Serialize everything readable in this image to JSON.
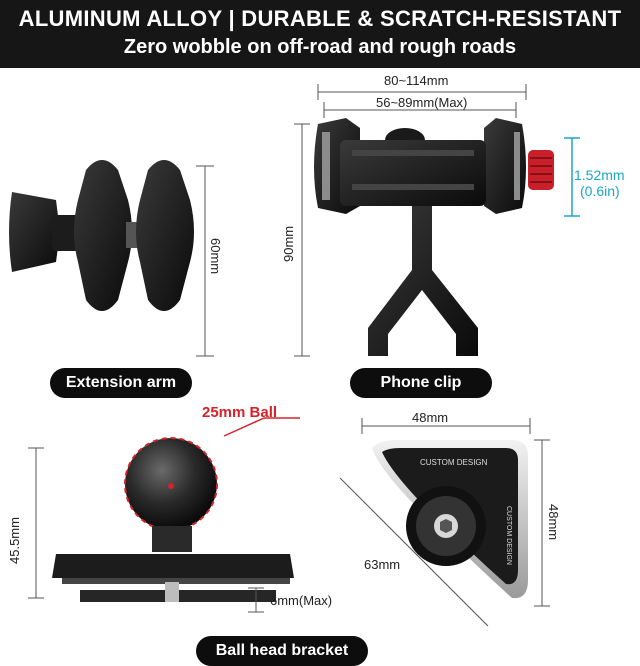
{
  "banner": {
    "line1": "ALUMINUM ALLOY | DURABLE & SCRATCH-RESISTANT",
    "line2": "Zero wobble on off-road and rough roads"
  },
  "extension_arm": {
    "label": "Extension arm",
    "height_dim": "60mm"
  },
  "phone_clip": {
    "label": "Phone clip",
    "width_max": "80~114mm",
    "width_inner": "56~89mm(Max)",
    "height_dim": "90mm",
    "knob_dim_mm": "1.52mm",
    "knob_dim_in": "(0.6in)"
  },
  "ball_head": {
    "label": "Ball head bracket",
    "ball_label": "25mm Ball",
    "height_dim": "45.5mm",
    "screw_dim": "6mm(Max)"
  },
  "base_plate": {
    "width_top": "48mm",
    "height_right": "48mm",
    "diagonal": "63mm",
    "engraving_title": "CUSTOM DESIGN",
    "engraving_side": "CUSTOM DESIGN"
  },
  "colors": {
    "banner_bg": "#161616",
    "accent_blue": "#1aa6c8",
    "accent_red": "#d6232a",
    "pill_bg": "#0d0d0d"
  }
}
